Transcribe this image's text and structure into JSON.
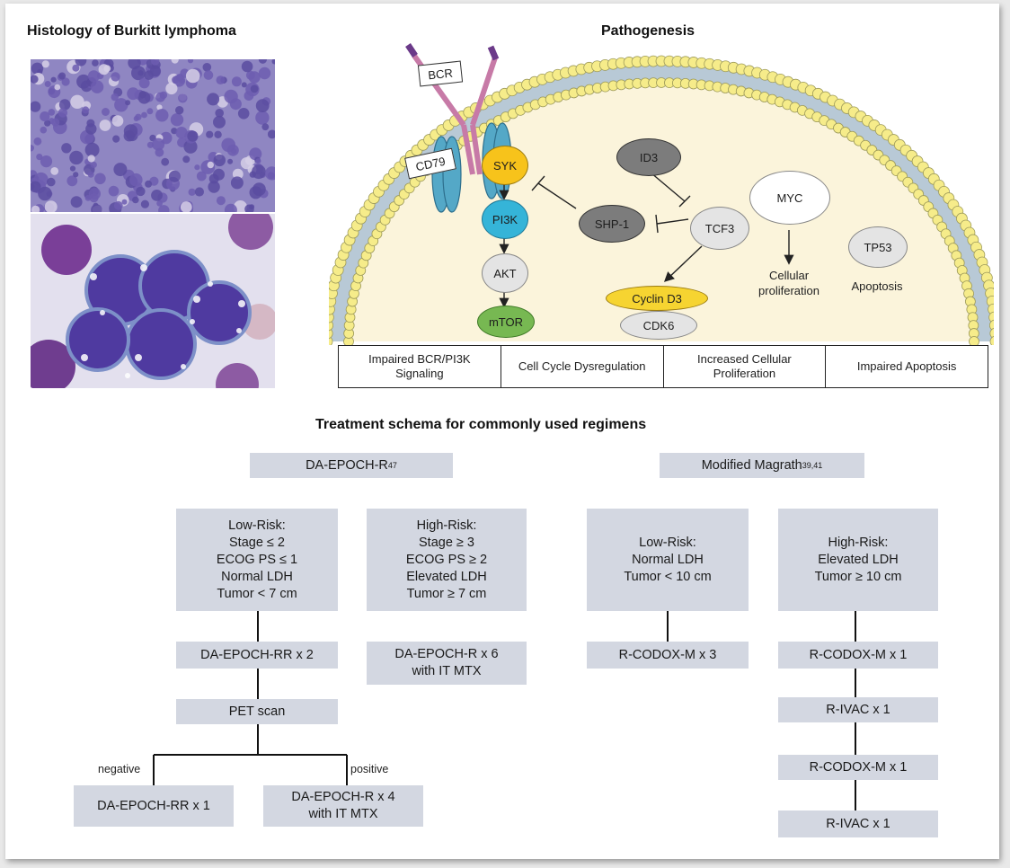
{
  "histology": {
    "title": "Histology of Burkitt lymphoma"
  },
  "pathogenesis": {
    "title": "Pathogenesis",
    "receptors": {
      "bcr": "BCR",
      "cd79": "CD79"
    },
    "molecules": {
      "syk": "SYK",
      "pi3k": "PI3K",
      "akt": "AKT",
      "mtor": "mTOR",
      "shp1": "SHP-1",
      "id3": "ID3",
      "tcf3": "TCF3",
      "cyclin_d3": "Cyclin D3",
      "cdk6": "CDK6",
      "myc": "MYC",
      "tp53": "TP53"
    },
    "outcomes": {
      "proliferation": "Cellular\nproliferation",
      "apoptosis": "Apoptosis"
    },
    "categories": [
      "Impaired BCR/PI3K\nSignaling",
      "Cell Cycle Dysregulation",
      "Increased Cellular\nProliferation",
      "Impaired Apoptosis"
    ],
    "colors": {
      "syk": "#f7c31b",
      "pi3k": "#35b4d8",
      "mtor": "#77b852",
      "dark_grey": "#7c7c7c",
      "light_grey": "#e4e4e4",
      "cytoplasm": "#fbf4db",
      "membrane_head": "#f6ec8a"
    }
  },
  "treatment": {
    "title": "Treatment schema for commonly used regimens",
    "daepoch": {
      "title": "DA-EPOCH-R",
      "title_sup": "47",
      "low_risk": "Low-Risk:\nStage ≤ 2\nECOG PS ≤ 1\nNormal LDH\nTumor < 7 cm",
      "high_risk": "High-Risk:\nStage ≥ 3\nECOG PS ≥ 2\nElevated LDH\nTumor ≥ 7 cm",
      "low_step1": "DA-EPOCH-RR x 2",
      "high_step1": "DA-EPOCH-R x 6\nwith IT MTX",
      "pet": "PET scan",
      "negative_label": "negative",
      "positive_label": "positive",
      "negative_result": "DA-EPOCH-RR x 1",
      "positive_result": "DA-EPOCH-R x 4\nwith IT MTX"
    },
    "magrath": {
      "title": "Modified Magrath",
      "title_sup": "39,41",
      "low_risk": "Low-Risk:\nNormal LDH\nTumor < 10 cm",
      "high_risk": "High-Risk:\nElevated LDH\nTumor ≥ 10 cm",
      "low_step1": "R-CODOX-M x 3",
      "high_steps": [
        "R-CODOX-M x 1",
        "R-IVAC x 1",
        "R-CODOX-M x 1",
        "R-IVAC x 1"
      ]
    },
    "box_color": "#d3d7e1"
  }
}
